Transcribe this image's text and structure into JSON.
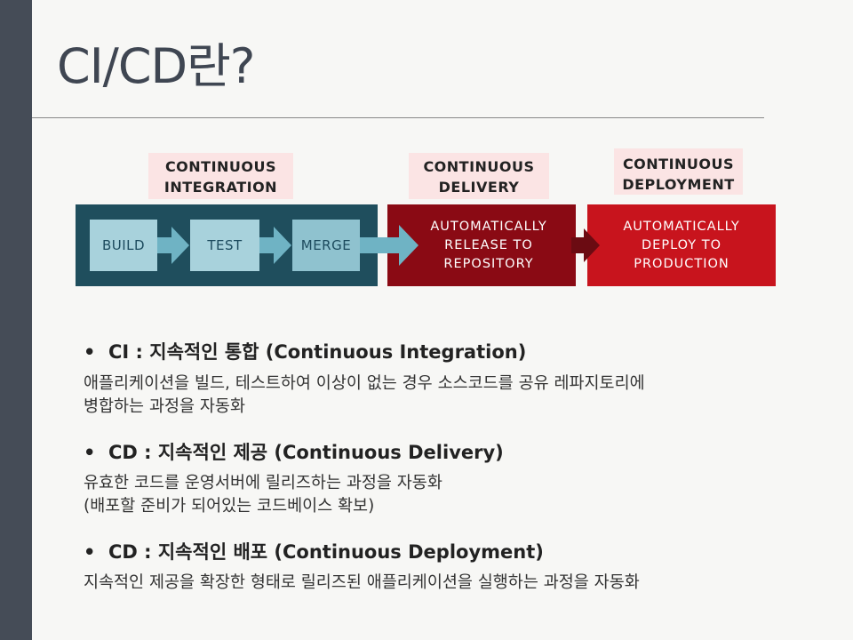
{
  "title": "CI/CD란?",
  "diagram": {
    "labels": {
      "ci": [
        "CONTINUOUS",
        "INTEGRATION"
      ],
      "cdel": [
        "CONTINUOUS",
        "DELIVERY"
      ],
      "cdep": [
        "CONTINUOUS",
        "DEPLOYMENT"
      ]
    },
    "steps": [
      "BUILD",
      "TEST",
      "MERGE"
    ],
    "release": [
      "AUTOMATICALLY",
      "RELEASE TO",
      "REPOSITORY"
    ],
    "deploy": [
      "AUTOMATICALLY",
      "DEPLOY TO",
      "PRODUCTION"
    ],
    "colors": {
      "ci_panel": "#1f4e5d",
      "step_box": "#a8d2dc",
      "arrow": "#6fb3c4",
      "release_panel": "#8a0a14",
      "deploy_panel": "#c8141d",
      "label_bg": "#fbe4e4"
    }
  },
  "bullets": [
    {
      "heading": "CI : 지속적인 통합 (Continuous Integration)",
      "desc": [
        "애플리케이션을 빌드, 테스트하여 이상이 없는 경우 소스코드를 공유 레파지토리에",
        "병합하는 과정을 자동화"
      ]
    },
    {
      "heading": "CD : 지속적인 제공 (Continuous Delivery)",
      "desc": [
        "유효한 코드를 운영서버에 릴리즈하는 과정을 자동화",
        "(배포할 준비가 되어있는 코드베이스 확보)"
      ]
    },
    {
      "heading": "CD : 지속적인 배포 (Continuous Deployment)",
      "desc": [
        "지속적인 제공을 확장한 형태로 릴리즈된 애플리케이션을 실행하는 과정을 자동화"
      ]
    }
  ]
}
